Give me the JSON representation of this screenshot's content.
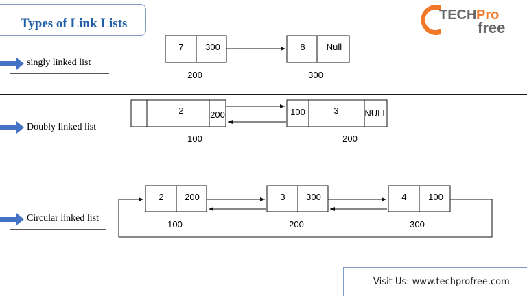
{
  "title": "Types of Link Lists",
  "logo": {
    "text_tech": "TECH",
    "text_pro": "Pro",
    "text_free": "free"
  },
  "sections": {
    "singly": {
      "label": "singly linked list",
      "nodes": [
        {
          "data": "7",
          "next": "300",
          "address": "200"
        },
        {
          "data": "8",
          "next": "Null",
          "address": "300"
        }
      ]
    },
    "doubly": {
      "label": "Doubly linked list",
      "nodes": [
        {
          "prev": "",
          "data": "2",
          "next": "200",
          "address": "100"
        },
        {
          "prev": "100",
          "data": "3",
          "next": "NULL",
          "address": "200"
        }
      ]
    },
    "circular": {
      "label": "Circular linked list",
      "nodes": [
        {
          "data": "2",
          "next": "200",
          "address": "100"
        },
        {
          "data": "3",
          "next": "300",
          "address": "200"
        },
        {
          "data": "4",
          "next": "100",
          "address": "300"
        }
      ]
    }
  },
  "footer": {
    "visit": "Visit Us: www.techprofree.com"
  },
  "colors": {
    "title": "#1f5fa8",
    "arrow": "#4472c4",
    "logo_orange": "#f07a2a",
    "logo_gray": "#666666"
  }
}
